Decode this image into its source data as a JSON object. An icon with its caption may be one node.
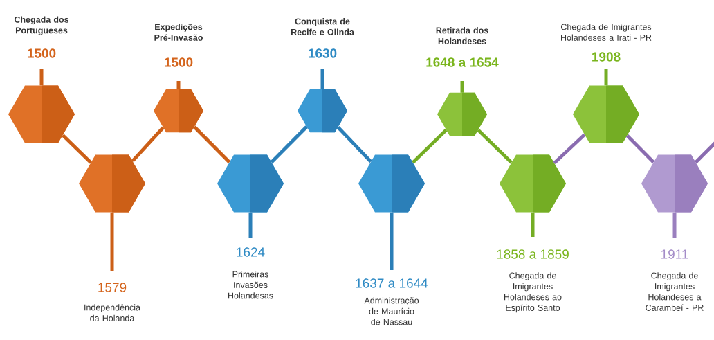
{
  "diagram": {
    "nodes": [
      {
        "text": [],
        "shape": "hexagon",
        "beside": [
          "Chegada dos Portugueses",
          "1500"
        ]
      },
      {
        "text": [],
        "shape": "hexagon",
        "beside": [
          "1579",
          "Independência da Holanda"
        ]
      },
      {
        "text": [],
        "shape": "hexagon",
        "beside": [
          "Expedições Pré-Invasão",
          "1500"
        ]
      },
      {
        "text": [],
        "shape": "hexagon",
        "beside": [
          "1624",
          "Primeiras Invasões Holandesas"
        ]
      },
      {
        "text": [],
        "shape": "hexagon",
        "beside": [
          "Conquista de Recife e Olinda",
          "1630"
        ]
      },
      {
        "text": [],
        "shape": "hexagon",
        "beside": [
          "1637 a 1644",
          "Administração de Maurício de Nassau"
        ]
      },
      {
        "text": [],
        "shape": "hexagon",
        "beside": [
          "Retirada dos Holandeses",
          "1648 a 1654"
        ]
      },
      {
        "text": [],
        "shape": "hexagon",
        "beside": [
          "1858 a 1859",
          "Chegada de Imigrantes Holandeses ao Espírito Santo"
        ]
      },
      {
        "text": [],
        "shape": "hexagon",
        "beside": [
          "Chegada de Imigrantes Holandeses a Irati - PR",
          "1908"
        ]
      },
      {
        "text": [],
        "shape": "hexagon",
        "beside": [
          "1911",
          "Chegada de Imigrantes Holandeses a Carambeí - PR"
        ]
      }
    ],
    "edges": [
      {
        "from": 0,
        "to": 1,
        "arrow": "none",
        "color": "#cc5f17"
      },
      {
        "from": 1,
        "to": 2,
        "arrow": "none",
        "color": "#cc5f17"
      },
      {
        "from": 2,
        "to": 3,
        "arrow": "none",
        "color": "#cc5f17"
      },
      {
        "from": 3,
        "to": 4,
        "arrow": "none",
        "color": "#2b7fb8"
      },
      {
        "from": 4,
        "to": 5,
        "arrow": "none",
        "color": "#2b7fb8"
      },
      {
        "from": 5,
        "to": 6,
        "arrow": "none",
        "color": "#74ad24"
      },
      {
        "from": 6,
        "to": 7,
        "arrow": "none",
        "color": "#74ad24"
      },
      {
        "from": 7,
        "to": 8,
        "arrow": "none",
        "color": "#8a6cb0"
      },
      {
        "from": 8,
        "to": 9,
        "arrow": "none",
        "color": "#8a6cb0"
      },
      {
        "from": 9,
        "to": null,
        "arrow": "none",
        "color": "#8a6cb0"
      }
    ]
  }
}
